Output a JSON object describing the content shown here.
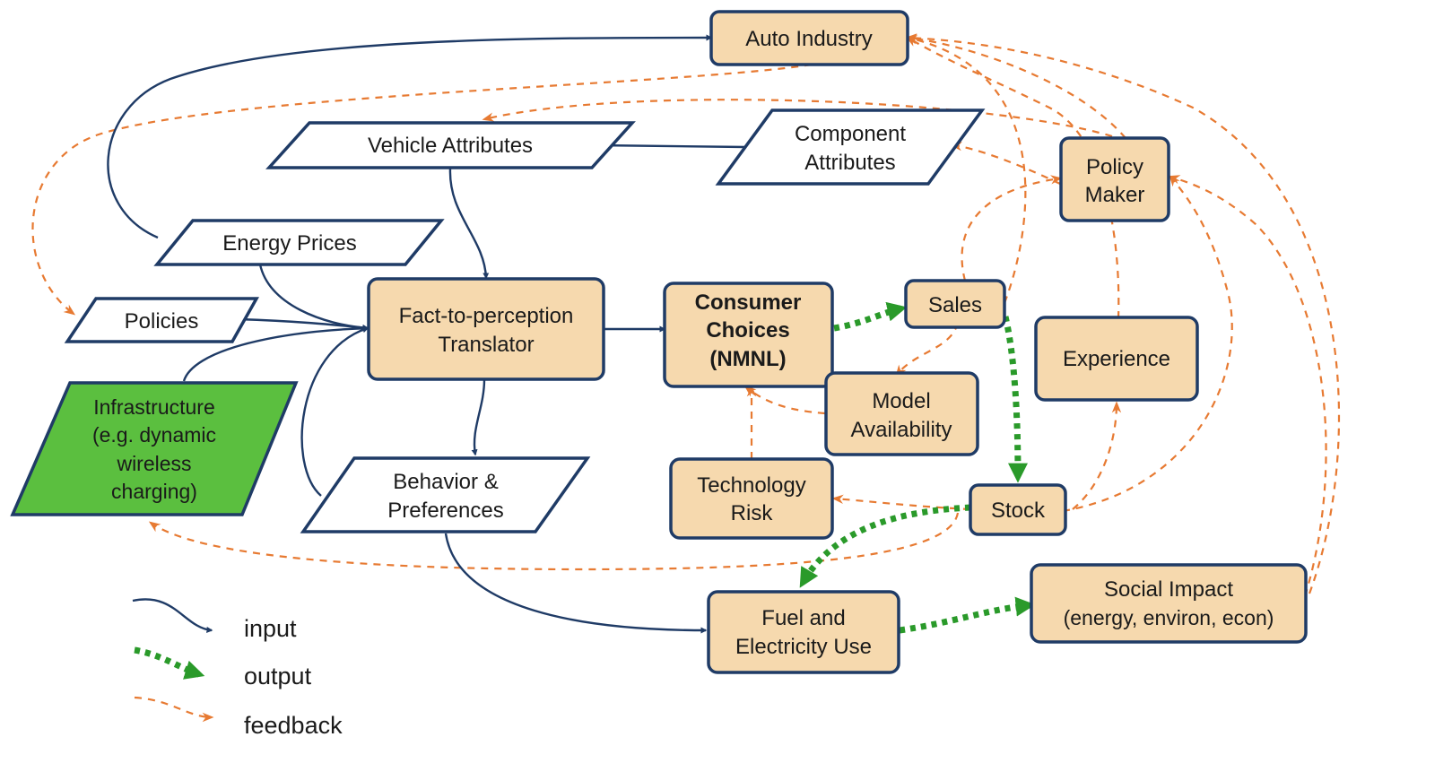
{
  "nodes": {
    "auto_industry": {
      "lines": [
        "Auto Industry"
      ]
    },
    "vehicle_attributes": {
      "lines": [
        "Vehicle Attributes"
      ]
    },
    "component_attributes": {
      "lines": [
        "Component",
        "Attributes"
      ]
    },
    "policy_maker": {
      "lines": [
        "Policy",
        "Maker"
      ]
    },
    "energy_prices": {
      "lines": [
        "Energy Prices"
      ]
    },
    "policies": {
      "lines": [
        "Policies"
      ]
    },
    "translator": {
      "lines": [
        "Fact-to-perception",
        "Translator"
      ]
    },
    "consumer_choices": {
      "lines": [
        "Consumer",
        "Choices",
        "(NMNL)"
      ]
    },
    "sales": {
      "lines": [
        "Sales"
      ]
    },
    "experience": {
      "lines": [
        "Experience"
      ]
    },
    "infrastructure": {
      "lines": [
        "Infrastructure",
        "(e.g. dynamic",
        "wireless",
        "charging)"
      ]
    },
    "model_availability": {
      "lines": [
        "Model",
        "Availability"
      ]
    },
    "behavior": {
      "lines": [
        "Behavior &",
        "Preferences"
      ]
    },
    "technology_risk": {
      "lines": [
        "Technology",
        "Risk"
      ]
    },
    "stock": {
      "lines": [
        "Stock"
      ]
    },
    "social_impact": {
      "lines": [
        "Social Impact",
        "(energy, environ, econ)"
      ]
    },
    "fuel_use": {
      "lines": [
        "Fuel and",
        "Electricity Use"
      ]
    }
  },
  "legend": {
    "input": "input",
    "output": "output",
    "feedback": "feedback"
  },
  "colors": {
    "box_fill": "#f6d9ae",
    "box_stroke": "#1f3b66",
    "input_arrow": "#1f3b66",
    "output_arrow": "#2a9a2a",
    "feedback_arrow": "#e77a32",
    "infrastructure_fill": "#5bbf3f"
  }
}
